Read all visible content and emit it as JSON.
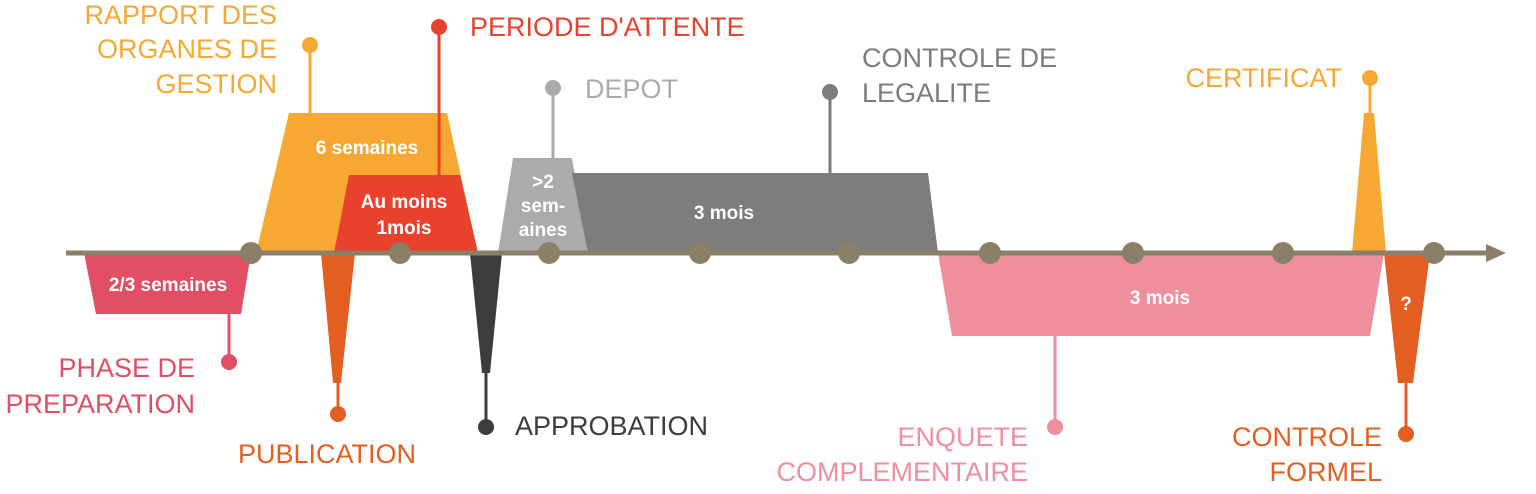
{
  "colors": {
    "axis": "#8c7f68",
    "orange": "#f7a833",
    "red": "#e8412d",
    "gray_light": "#ababab",
    "gray": "#7d7d7d",
    "pink_red": "#e24e63",
    "dark_orange": "#e35f21",
    "dark": "#3d3d3d",
    "pink": "#ef8e9d"
  },
  "phases": {
    "preparation": {
      "label_lines": [
        "PHASE DE",
        "PREPARATION"
      ],
      "duration": "2/3 semaines"
    },
    "publication": {
      "label_lines": [
        "PUBLICATION"
      ]
    },
    "rapport": {
      "label_lines": [
        "RAPPORT DES",
        "ORGANES DE",
        "GESTION"
      ],
      "duration": "6 semaines"
    },
    "attente": {
      "label_lines": [
        "PERIODE D'ATTENTE"
      ],
      "duration_lines": [
        "Au moins",
        "1mois"
      ]
    },
    "approbation": {
      "label_lines": [
        "APPROBATION"
      ]
    },
    "depot": {
      "label_lines": [
        "DEPOT"
      ],
      "duration_lines": [
        ">2",
        "sem-",
        "aines"
      ]
    },
    "legalite": {
      "label_lines": [
        "CONTROLE DE",
        "LEGALITE"
      ],
      "duration": "3 mois"
    },
    "enquete": {
      "label_lines": [
        "ENQUETE",
        "COMPLEMENTAIRE"
      ],
      "duration": "3 mois"
    },
    "certificat": {
      "label_lines": [
        "CERTIFICAT"
      ]
    },
    "formel": {
      "label_lines": [
        "CONTROLE",
        "FORMEL"
      ],
      "duration": "?"
    }
  }
}
